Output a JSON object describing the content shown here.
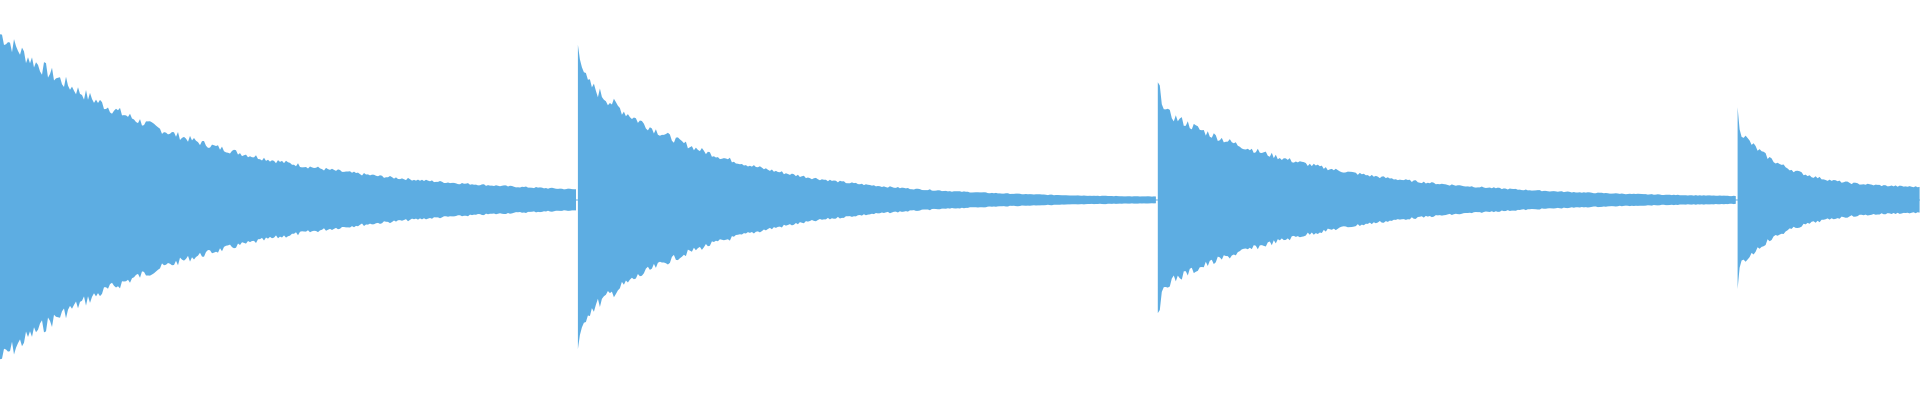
{
  "waveform": {
    "color": "#5dade2",
    "background": "#ffffff",
    "segments": [
      {
        "start": 0.0,
        "end": 0.301,
        "peak": 0.81,
        "decay": 3.2,
        "tail": 0.02
      },
      {
        "start": 0.301,
        "end": 0.603,
        "peak": 0.62,
        "decay": 4.5,
        "tail": 0.01
      },
      {
        "start": 0.603,
        "end": 0.905,
        "peak": 0.45,
        "decay": 3.8,
        "tail": 0.01
      },
      {
        "start": 0.905,
        "end": 1.0,
        "peak": 0.3,
        "decay": 4.0,
        "tail": 0.06
      }
    ]
  }
}
